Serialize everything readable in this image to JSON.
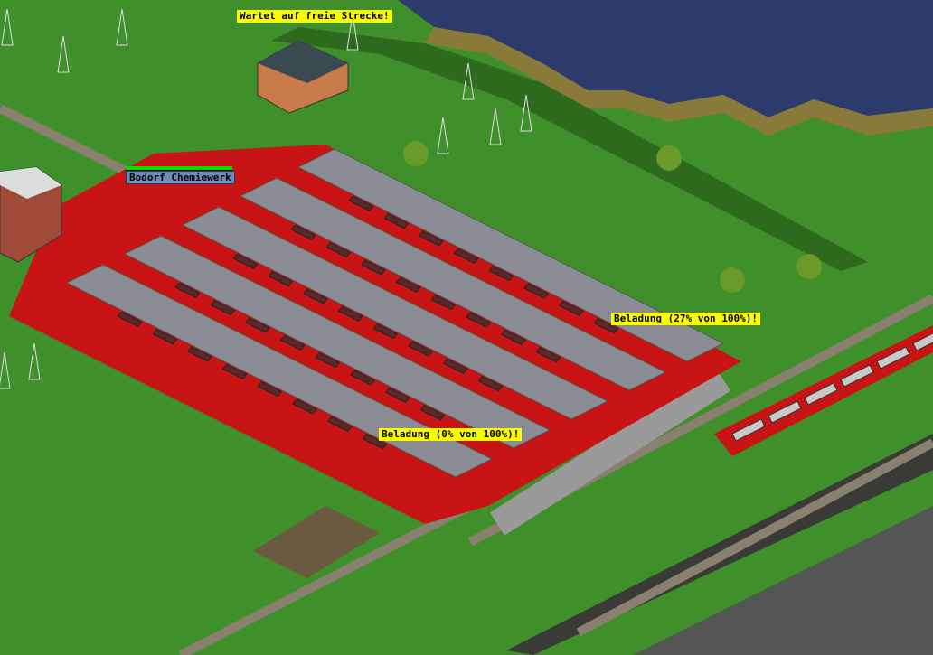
{
  "game": {
    "station": {
      "name": "Bodorf Chemiewerk",
      "rating_fraction": 1.0
    },
    "vehicle_messages": [
      {
        "text": "Wartet auf freie Strecke!"
      },
      {
        "text": "Beladung (27% von 100%)!"
      },
      {
        "text": "Beladung (0% von 100%)!"
      }
    ],
    "colors": {
      "grass": "#3f8f2a",
      "water": "#2c3a6c",
      "platform": "#8c8c94",
      "station_tile": "#c81414",
      "sign_bg": "#fcfc00",
      "station_sign_bg": "#6c8cb8"
    }
  }
}
